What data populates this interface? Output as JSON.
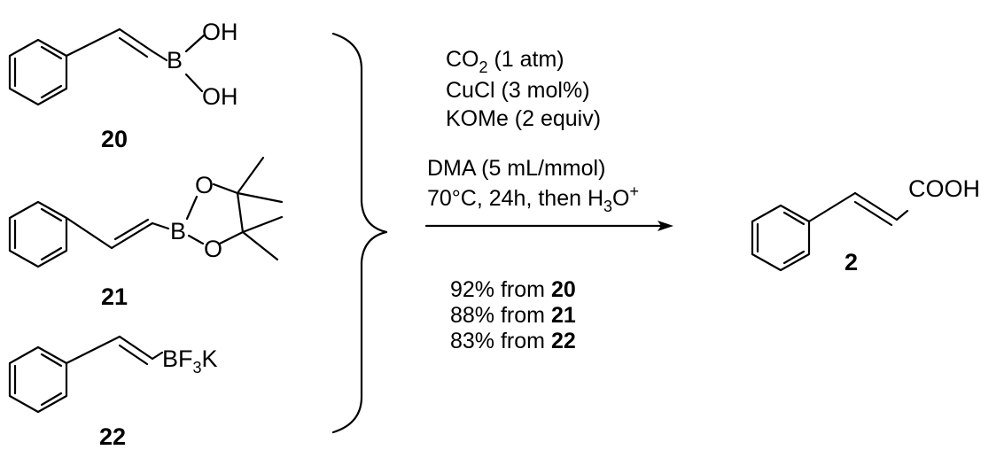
{
  "compounds": {
    "c20": {
      "label": "20",
      "boron": "B",
      "oh_top": "OH",
      "oh_bottom": "OH"
    },
    "c21": {
      "label": "21",
      "boron": "B",
      "o_top": "O",
      "o_bottom": "O"
    },
    "c22": {
      "label": "22",
      "group_main": "BF",
      "group_sub": "3",
      "group_end": "K"
    },
    "product": {
      "label": "2",
      "group": "COOH"
    }
  },
  "conditions": {
    "above": {
      "co2_main": "CO",
      "co2_sub": "2",
      "co2_rest": " (1 atm)",
      "line2": "CuCl (3 mol%)",
      "line3": "KOMe (2 equiv)",
      "line4": "DMA (5 mL/mmol)",
      "line5_main": "70°C, 24h, then H",
      "line5_sub": "3",
      "line5_mid": "O",
      "line5_sup": "+"
    },
    "yields": [
      {
        "text": "92% from ",
        "ref": "20"
      },
      {
        "text": "88% from ",
        "ref": "21"
      },
      {
        "text": "83% from ",
        "ref": "22"
      }
    ]
  }
}
